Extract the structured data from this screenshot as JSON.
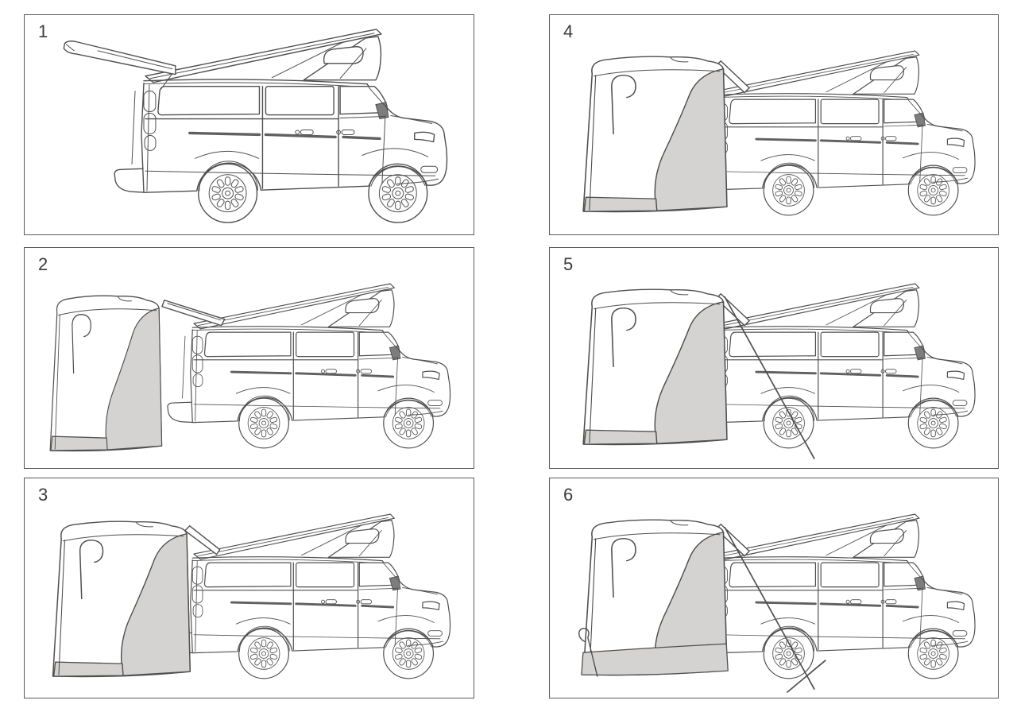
{
  "page": {
    "background_color": "#ffffff"
  },
  "diagram": {
    "subject": "campervan-tailgate-tent-setup-instructions",
    "panel_count": 6,
    "colors": {
      "line": "#4f4f4f",
      "panel_border": "#5a5a5a",
      "tent_shade": "#d4d3d1",
      "mirror_shade": "#7d7d7d",
      "label": "#3c3c3c",
      "background": "#ffffff"
    },
    "panels": [
      {
        "number": "1",
        "scene": "van-pop-top-raised-tailgate-open"
      },
      {
        "number": "2",
        "scene": "tent-hanging-from-open-tailgate"
      },
      {
        "number": "3",
        "scene": "tent-lowered-against-van-rear"
      },
      {
        "number": "4",
        "scene": "tent-fitted-over-tailgate-opening"
      },
      {
        "number": "5",
        "scene": "strap-tensioned-across-rear-wheel-to-ground"
      },
      {
        "number": "6",
        "scene": "tent-pegged-to-ground-with-guy-lines"
      }
    ]
  }
}
